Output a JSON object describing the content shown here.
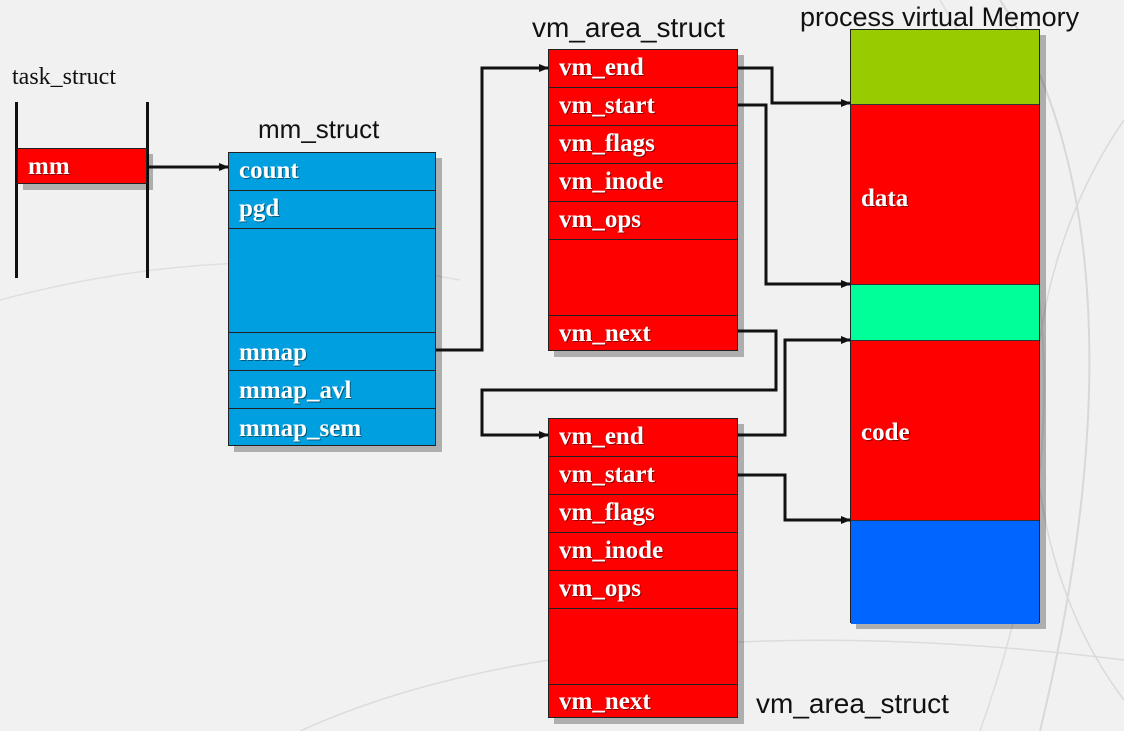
{
  "task_struct": {
    "title": "task_struct",
    "mm": "mm"
  },
  "mm_struct": {
    "title": "mm_struct",
    "fields": {
      "count": "count",
      "pgd": "pgd",
      "mmap": "mmap",
      "mmap_avl": "mmap_avl",
      "mmap_sem": "mmap_sem"
    }
  },
  "vma1": {
    "title": "vm_area_struct",
    "fields": {
      "vm_end": "vm_end",
      "vm_start": "vm_start",
      "vm_flags": "vm_flags",
      "vm_inode": "vm_inode",
      "vm_ops": "vm_ops",
      "vm_next": "vm_next"
    }
  },
  "vma2": {
    "title": "vm_area_struct",
    "fields": {
      "vm_end": "vm_end",
      "vm_start": "vm_start",
      "vm_flags": "vm_flags",
      "vm_inode": "vm_inode",
      "vm_ops": "vm_ops",
      "vm_next": "vm_next"
    }
  },
  "memory": {
    "title": "process virtual Memory",
    "data_label": "data",
    "code_label": "code",
    "colors": {
      "top": "#99cc00",
      "data": "#ff0000",
      "gap": "#00ff99",
      "code": "#ff0000",
      "bottom": "#0066ff"
    }
  }
}
